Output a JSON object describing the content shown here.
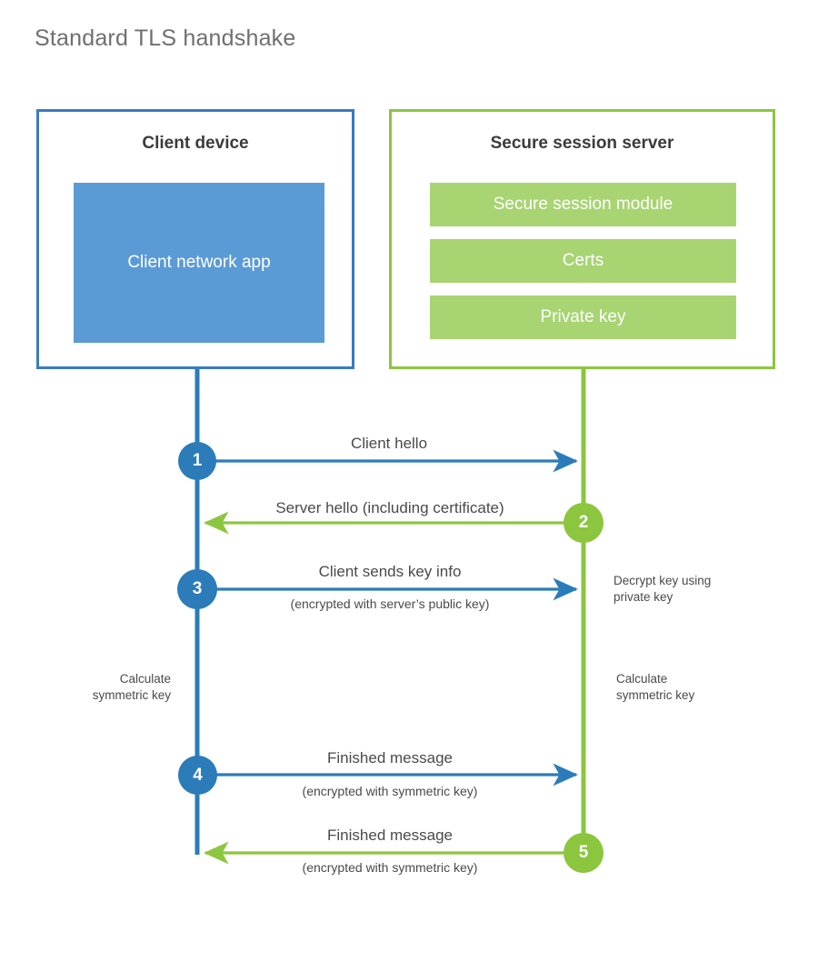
{
  "title": "Standard TLS handshake",
  "colors": {
    "client_border": "#3a7bbf",
    "client_block": "#5b9bd5",
    "client_line": "#2b7cb9",
    "server_border": "#8cc63f",
    "server_block": "#a8d472",
    "server_line": "#8cc63f",
    "title_text": "#6f6f6f",
    "body_text": "#4a4a4a",
    "heading_text": "#3b3b3b"
  },
  "parties": {
    "client": {
      "title": "Client device",
      "block_label": "Client network app"
    },
    "server": {
      "title": "Secure session server",
      "blocks": [
        {
          "label": "Secure session module"
        },
        {
          "label": "Certs"
        },
        {
          "label": "Private key"
        }
      ]
    }
  },
  "steps": [
    {
      "number": "1",
      "label": "Client hello",
      "sub": "",
      "direction": "client-to-server",
      "color": "blue"
    },
    {
      "number": "2",
      "label": "Server hello (including certificate)",
      "sub": "",
      "direction": "server-to-client",
      "color": "green"
    },
    {
      "number": "3",
      "label": "Client sends key info",
      "sub": "(encrypted with server’s public key)",
      "direction": "client-to-server",
      "color": "blue"
    },
    {
      "number": "4",
      "label": "Finished message",
      "sub": "(encrypted with symmetric key)",
      "direction": "client-to-server",
      "color": "blue"
    },
    {
      "number": "5",
      "label": "Finished message",
      "sub": "(encrypted with symmetric key)",
      "direction": "server-to-client",
      "color": "green"
    }
  ],
  "notes": {
    "server_decrypt": "Decrypt key using\nprivate key",
    "client_calculate": "Calculate\nsymmetric key",
    "server_calculate": "Calculate\nsymmetric key"
  }
}
